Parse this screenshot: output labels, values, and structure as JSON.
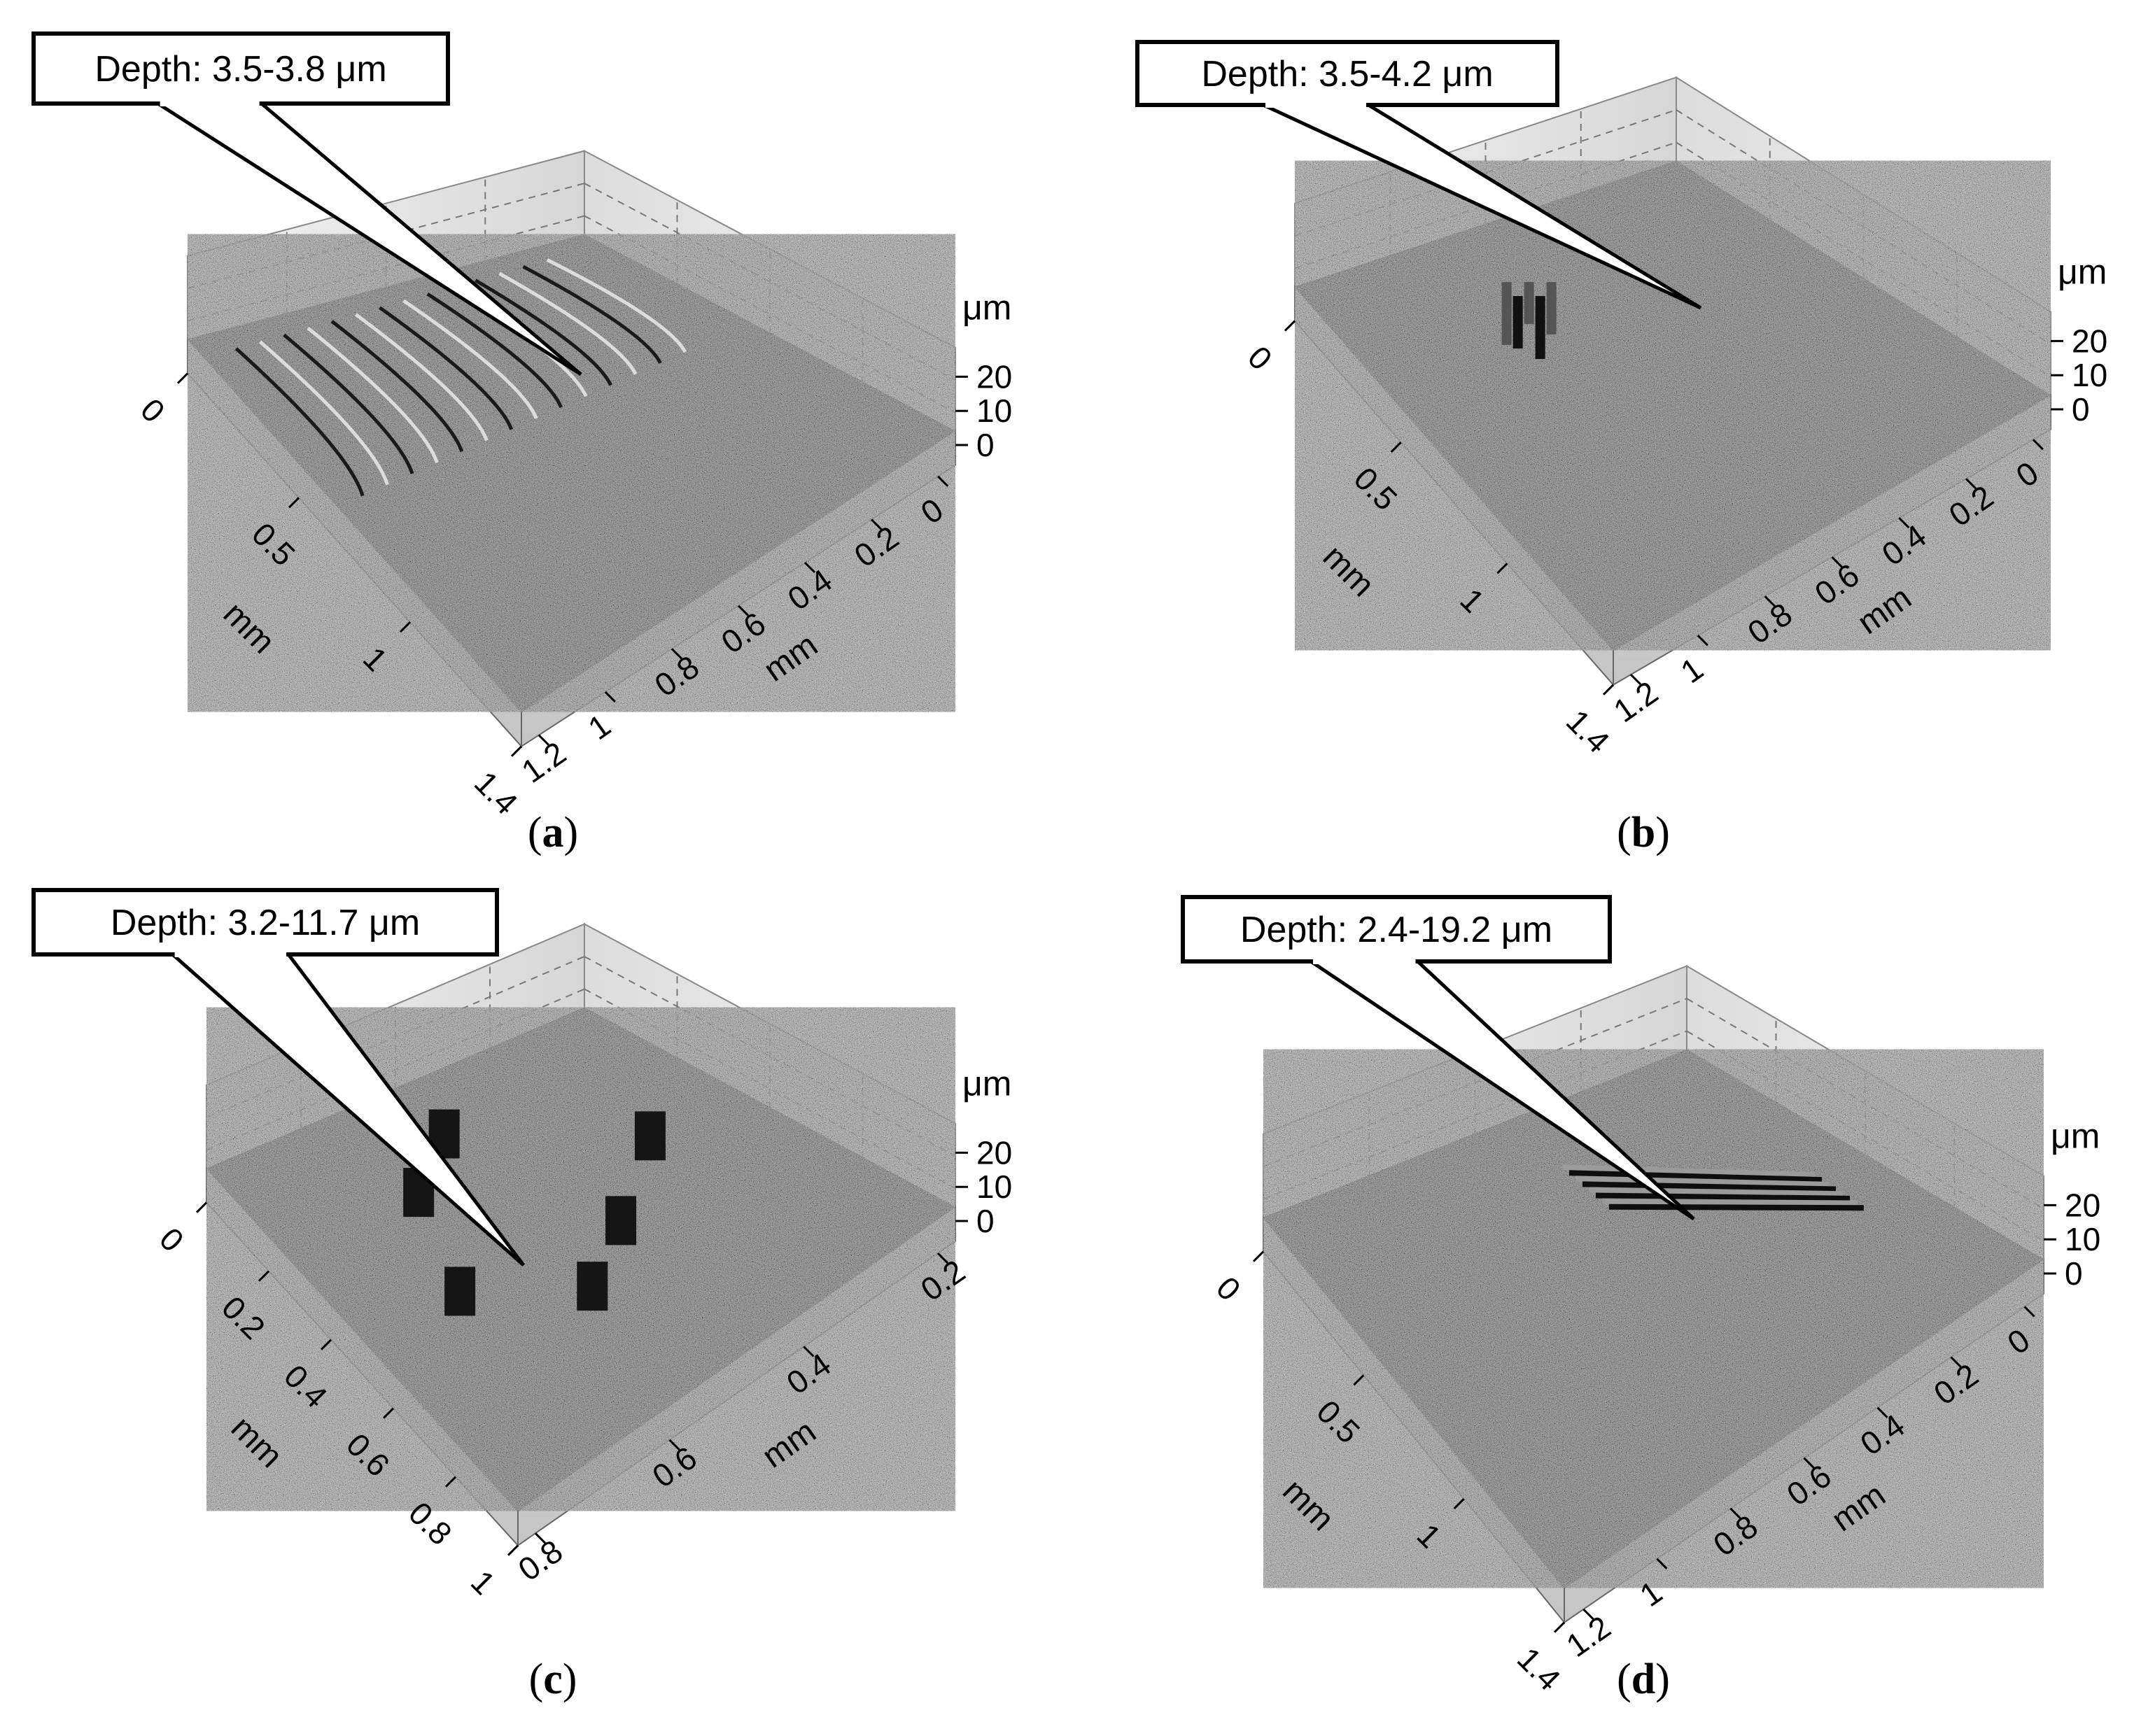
{
  "chart_data": [
    {
      "type": "surface3d",
      "caption_letter": "a",
      "annotation": "Depth: 3.5-3.8 μm",
      "z_unit": "μm",
      "z_ticks": [
        "0",
        "10",
        "20"
      ],
      "left_axis": {
        "unit": "mm",
        "ticks": [
          "0",
          "0.5",
          "1",
          "1.4"
        ]
      },
      "right_axis": {
        "unit": "mm",
        "ticks": [
          "0",
          "0.2",
          "0.4",
          "0.6",
          "0.8",
          "1",
          "1.2"
        ]
      },
      "feature": "arc scratches"
    },
    {
      "type": "surface3d",
      "caption_letter": "b",
      "annotation": "Depth: 3.5-4.2 μm",
      "z_unit": "μm",
      "z_ticks": [
        "0",
        "10",
        "20"
      ],
      "left_axis": {
        "unit": "mm",
        "ticks": [
          "0",
          "0.5",
          "1",
          "1.4"
        ]
      },
      "right_axis": {
        "unit": "mm",
        "ticks": [
          "0",
          "0.2",
          "0.4",
          "0.6",
          "0.8",
          "1",
          "1.2"
        ]
      },
      "feature": "single cluster"
    },
    {
      "type": "surface3d",
      "caption_letter": "c",
      "annotation": "Depth: 3.2-11.7 μm",
      "z_unit": "μm",
      "z_ticks": [
        "0",
        "10",
        "20"
      ],
      "left_axis": {
        "unit": "mm",
        "ticks": [
          "0",
          "0.2",
          "0.4",
          "0.6",
          "0.8",
          "1"
        ]
      },
      "right_axis": {
        "unit": "mm",
        "ticks": [
          "0.2",
          "0.4",
          "0.6",
          "0.8"
        ]
      },
      "feature": "multiple pits"
    },
    {
      "type": "surface3d",
      "caption_letter": "d",
      "annotation": "Depth: 2.4-19.2 μm",
      "z_unit": "μm",
      "z_ticks": [
        "0",
        "10",
        "20"
      ],
      "left_axis": {
        "unit": "mm",
        "ticks": [
          "0",
          "0.5",
          "1",
          "1.4"
        ]
      },
      "right_axis": {
        "unit": "mm",
        "ticks": [
          "0",
          "0.2",
          "0.4",
          "0.6",
          "0.8",
          "1",
          "1.2"
        ]
      },
      "feature": "ridge groove"
    }
  ]
}
